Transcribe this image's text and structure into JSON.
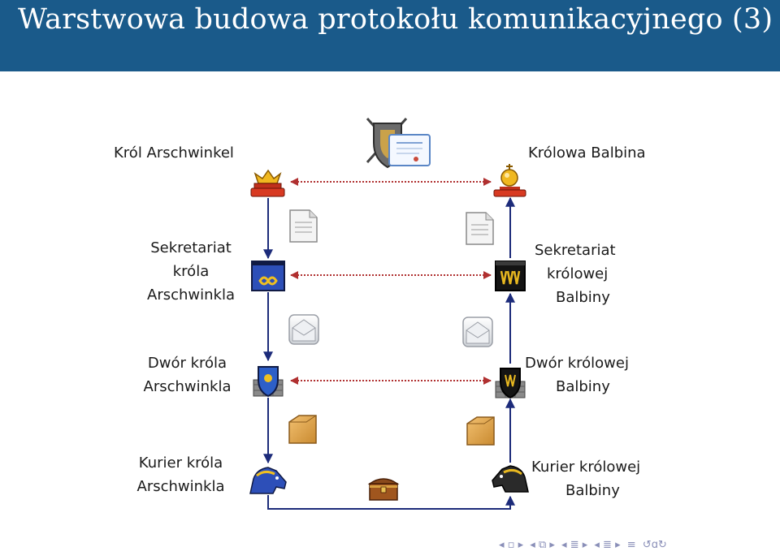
{
  "slide": {
    "title": "Warstwowa budowa protokołu komunikacyjnego (3)",
    "title_bar_color": "#1a5a8a"
  },
  "diagram": {
    "left_column": {
      "king_label": "Król Arschwinkel",
      "secretariat_label": [
        "Sekretariat",
        "króla",
        "Arschwinkla"
      ],
      "court_label": [
        "Dwór króla",
        "Arschwinkla"
      ],
      "courier_label": [
        "Kurier króla",
        "Arschwinkla"
      ]
    },
    "right_column": {
      "queen_label": "Królowa Balbina",
      "secretariat_label": [
        "Sekretariat",
        "królowej",
        "Balbiny"
      ],
      "court_label": [
        "Dwór królowej",
        "Balbiny"
      ],
      "courier_label": [
        "Kurier królowej",
        "Balbiny"
      ]
    },
    "colors": {
      "solid_arrow": "#1c2b7a",
      "dotted_arrow": "#b03030"
    },
    "icons": [
      "crown-icon",
      "orb-icon",
      "treaty-shield-icon",
      "document-icon",
      "envelope-icon",
      "package-icon",
      "banner-infinity-icon",
      "banner-black-icon",
      "blue-shield-icon",
      "black-shield-icon",
      "blue-horse-icon",
      "black-horse-icon",
      "treasure-chest-icon"
    ]
  },
  "nav_icons": [
    "nav-prev-icon",
    "nav-frame-icon",
    "nav-next-icon",
    "nav-section-icon",
    "nav-subsection-icon",
    "nav-align-icon",
    "nav-search-icon"
  ]
}
